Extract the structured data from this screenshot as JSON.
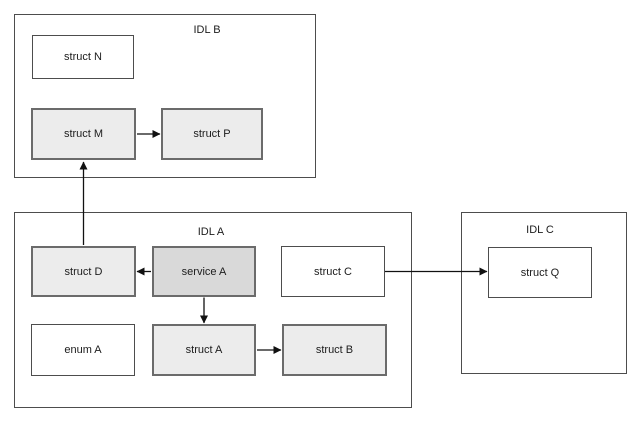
{
  "diagram": {
    "type": "idl-dependency-diagram",
    "containers": {
      "idl_b": {
        "label": "IDL B"
      },
      "idl_a": {
        "label": "IDL A"
      },
      "idl_c": {
        "label": "IDL C"
      }
    },
    "nodes": {
      "struct_n": {
        "label": "struct N",
        "container": "IDL B",
        "fill": "#ffffff"
      },
      "struct_m": {
        "label": "struct M",
        "container": "IDL B",
        "fill": "#ececec"
      },
      "struct_p": {
        "label": "struct P",
        "container": "IDL B",
        "fill": "#ececec"
      },
      "struct_d": {
        "label": "struct D",
        "container": "IDL A",
        "fill": "#ececec"
      },
      "service_a": {
        "label": "service A",
        "container": "IDL A",
        "fill": "#d9d9d9"
      },
      "struct_c": {
        "label": "struct C",
        "container": "IDL A",
        "fill": "#ffffff"
      },
      "enum_a": {
        "label": "enum A",
        "container": "IDL A",
        "fill": "#ffffff"
      },
      "struct_a": {
        "label": "struct A",
        "container": "IDL A",
        "fill": "#ececec"
      },
      "struct_b": {
        "label": "struct B",
        "container": "IDL A",
        "fill": "#ececec"
      },
      "struct_q": {
        "label": "struct Q",
        "container": "IDL C",
        "fill": "#ffffff"
      }
    },
    "edges": [
      {
        "from": "struct M",
        "to": "struct P",
        "direction": "right"
      },
      {
        "from": "struct D",
        "to": "struct M",
        "direction": "up"
      },
      {
        "from": "service A",
        "to": "struct D",
        "direction": "left"
      },
      {
        "from": "service A",
        "to": "struct A",
        "direction": "down"
      },
      {
        "from": "struct A",
        "to": "struct B",
        "direction": "right"
      },
      {
        "from": "struct C",
        "to": "struct Q",
        "direction": "right"
      }
    ],
    "colors": {
      "background": "#ffffff",
      "node_fill_light": "#ececec",
      "node_fill_medium": "#d9d9d9",
      "node_fill_white": "#ffffff",
      "node_border": "#6b6b6b",
      "container_border": "#4d4d4d",
      "arrow": "#111111",
      "text": "#1c1c1c"
    }
  }
}
